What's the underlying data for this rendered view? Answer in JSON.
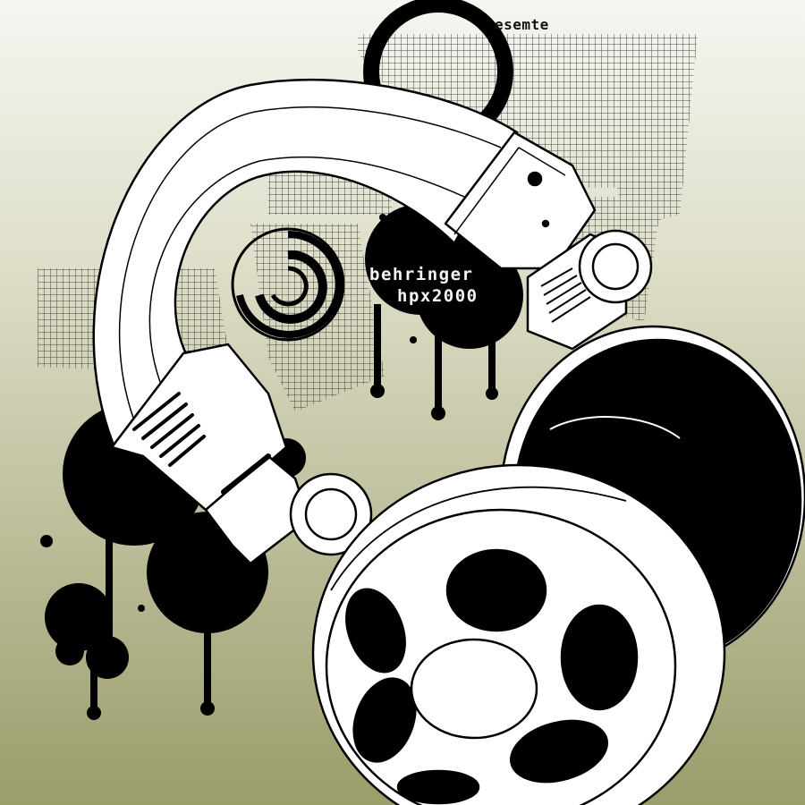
{
  "artwork": {
    "signature": "esemte",
    "brand_line1": "behringer",
    "brand_line2": "hpx2000"
  },
  "colors": {
    "background_top": "#f6f6f2",
    "background_bottom": "#9b9d6b",
    "ink": "#000000",
    "paper": "#ffffff",
    "grid": "#2a2a2a"
  }
}
